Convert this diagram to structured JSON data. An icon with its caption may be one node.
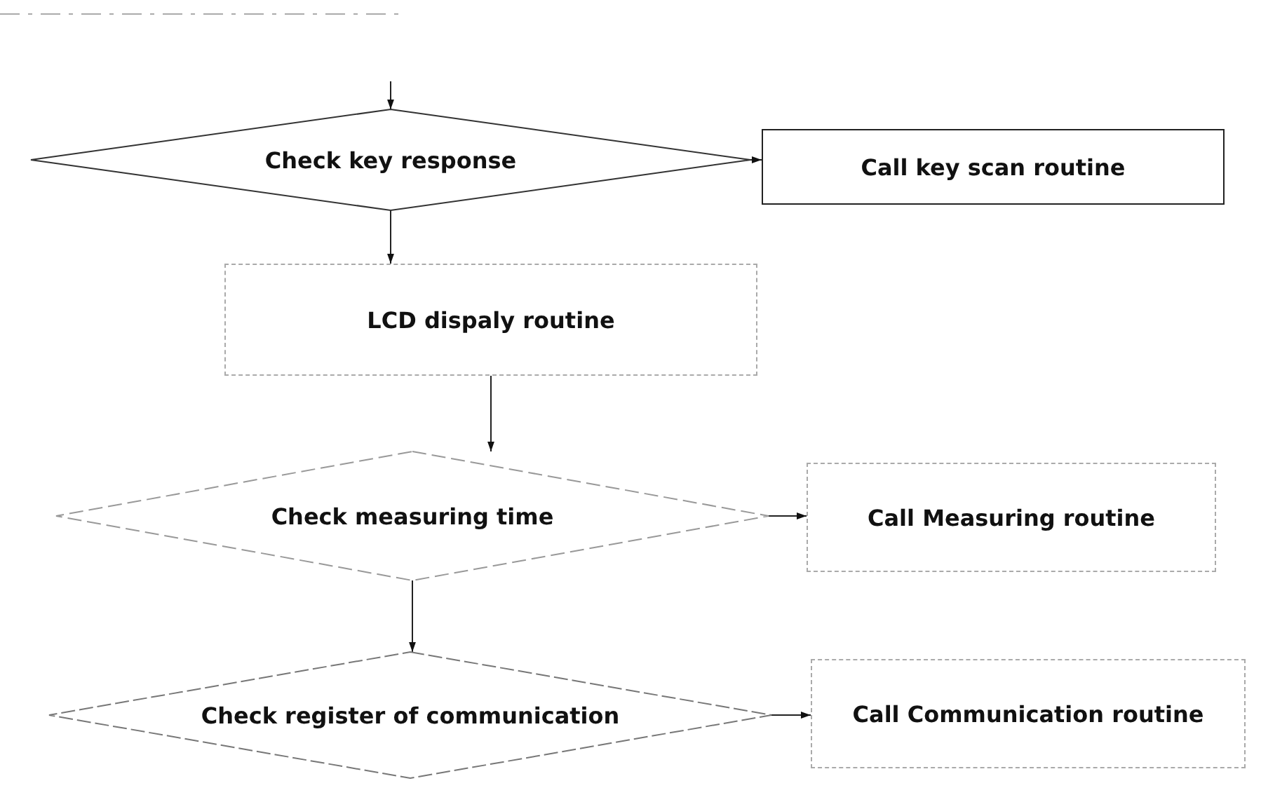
{
  "diagram": {
    "nodes": [
      {
        "text": [
          "Check key response"
        ]
      },
      {
        "text": [
          "Call key scan routine"
        ]
      },
      {
        "text": [
          "LCD dispaly routine"
        ]
      },
      {
        "text": [
          "Check measuring time"
        ]
      },
      {
        "text": [
          "Call Measuring routine"
        ]
      },
      {
        "text": [
          "Check register of communication"
        ]
      },
      {
        "text": [
          "Call Communication routine"
        ]
      }
    ],
    "edges": [
      {
        "from": null,
        "to": 0,
        "arrow": "to"
      },
      {
        "from": 0,
        "to": 1,
        "arrow": "to"
      },
      {
        "from": 0,
        "to": 2,
        "arrow": "to"
      },
      {
        "from": 2,
        "to": 3,
        "arrow": "to"
      },
      {
        "from": 3,
        "to": 4,
        "arrow": "to"
      },
      {
        "from": 3,
        "to": 5,
        "arrow": "to"
      },
      {
        "from": 5,
        "to": 6,
        "arrow": "to"
      }
    ]
  }
}
